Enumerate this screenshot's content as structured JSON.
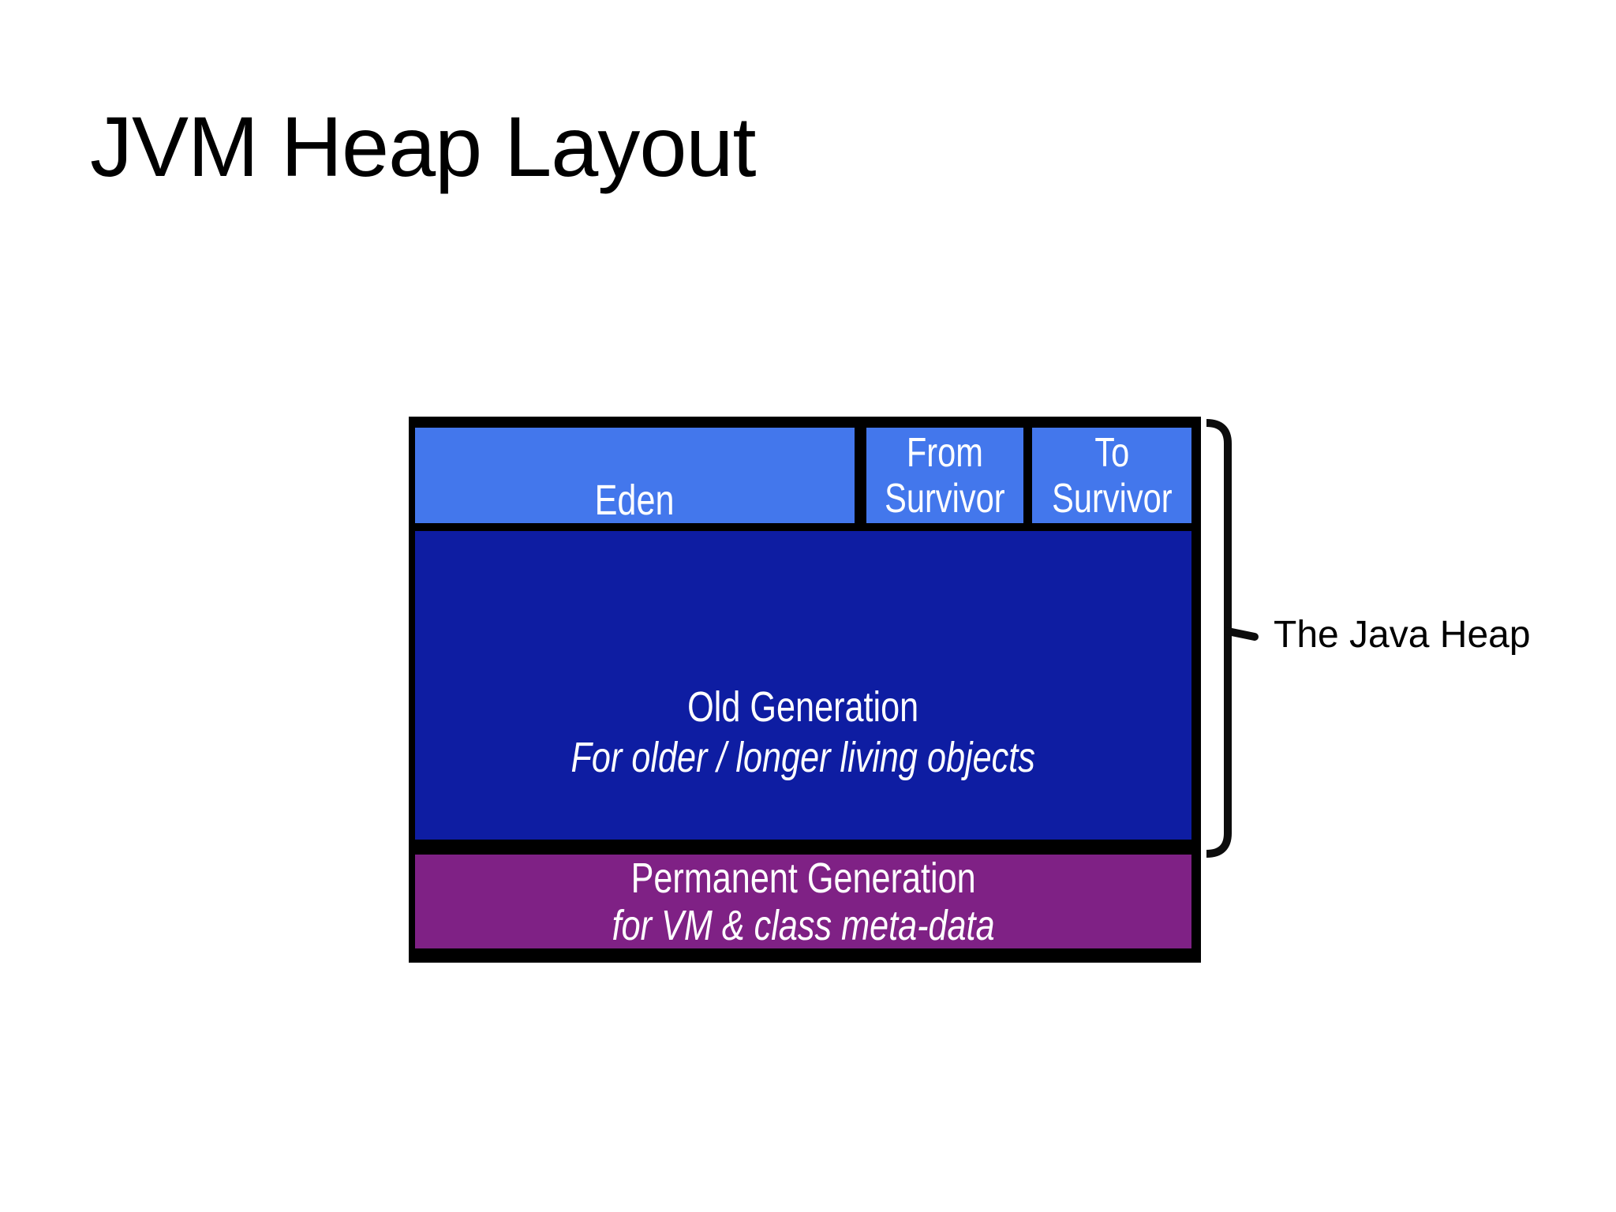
{
  "slide": {
    "title": "JVM Heap Layout",
    "background_color": "#ffffff",
    "title_color": "#000000"
  },
  "diagram": {
    "border_color": "#000000",
    "label_text_color": "#ffffff",
    "regions": {
      "eden": {
        "label": "Eden",
        "color": "#4377EC"
      },
      "from_survivor": {
        "line1": "From",
        "line2": "Survivor",
        "color": "#4377EC"
      },
      "to_survivor": {
        "line1": "To",
        "line2": "Survivor",
        "color": "#4377EC"
      },
      "old_generation": {
        "line1": "Old Generation",
        "line2": "For older / longer living objects",
        "color": "#0E1DA2"
      },
      "permanent_generation": {
        "line1": "Permanent Generation",
        "line2": "for VM & class meta-data",
        "color": "#7F2185"
      }
    }
  },
  "annotation": {
    "brace_label": "The Java Heap",
    "brace_color": "#0d0d0d",
    "label_color": "#000000"
  }
}
